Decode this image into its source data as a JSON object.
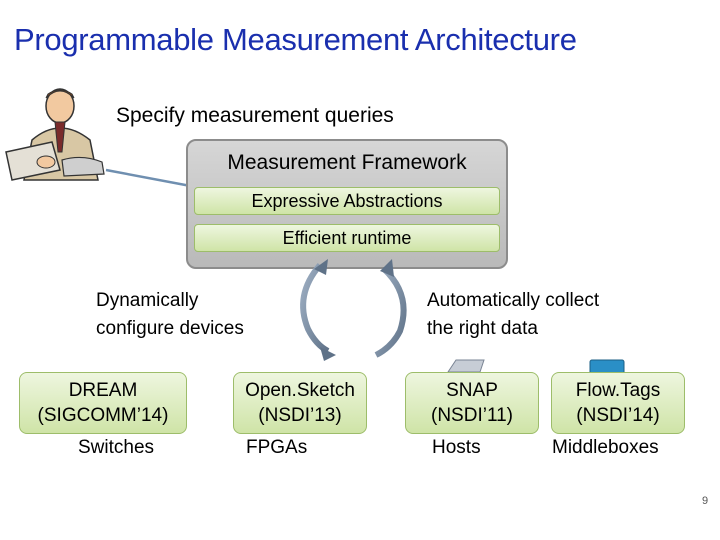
{
  "title": "Programmable Measurement Architecture",
  "query_text": "Specify measurement queries",
  "framework": {
    "title": "Measurement Framework",
    "layers": [
      "Expressive Abstractions",
      "Efficient runtime"
    ]
  },
  "left_label": [
    "Dynamically",
    "configure devices"
  ],
  "right_label": [
    "Automatically collect",
    "the right data"
  ],
  "systems": [
    {
      "name": "DREAM",
      "venue": "(SIGCOMM’14)",
      "device": "Switches"
    },
    {
      "name": "Open.Sketch",
      "venue": "(NSDI’13)",
      "device": "FPGAs"
    },
    {
      "name": "SNAP",
      "venue": "(NSDI’11)",
      "device": "Hosts"
    },
    {
      "name": "Flow.Tags",
      "venue": "(NSDI’14)",
      "device": "Middleboxes"
    }
  ],
  "page_number": "9",
  "colors": {
    "title": "#1a2fae",
    "framework_fill": "#c8c8c8",
    "box_fill": "#dcedc2",
    "box_border": "#9dbd6a",
    "arrow": "#6f8196"
  },
  "icons": [
    "user-at-computer-icon",
    "cycle-arrows-icon",
    "host-server-icon",
    "middlebox-icon"
  ]
}
